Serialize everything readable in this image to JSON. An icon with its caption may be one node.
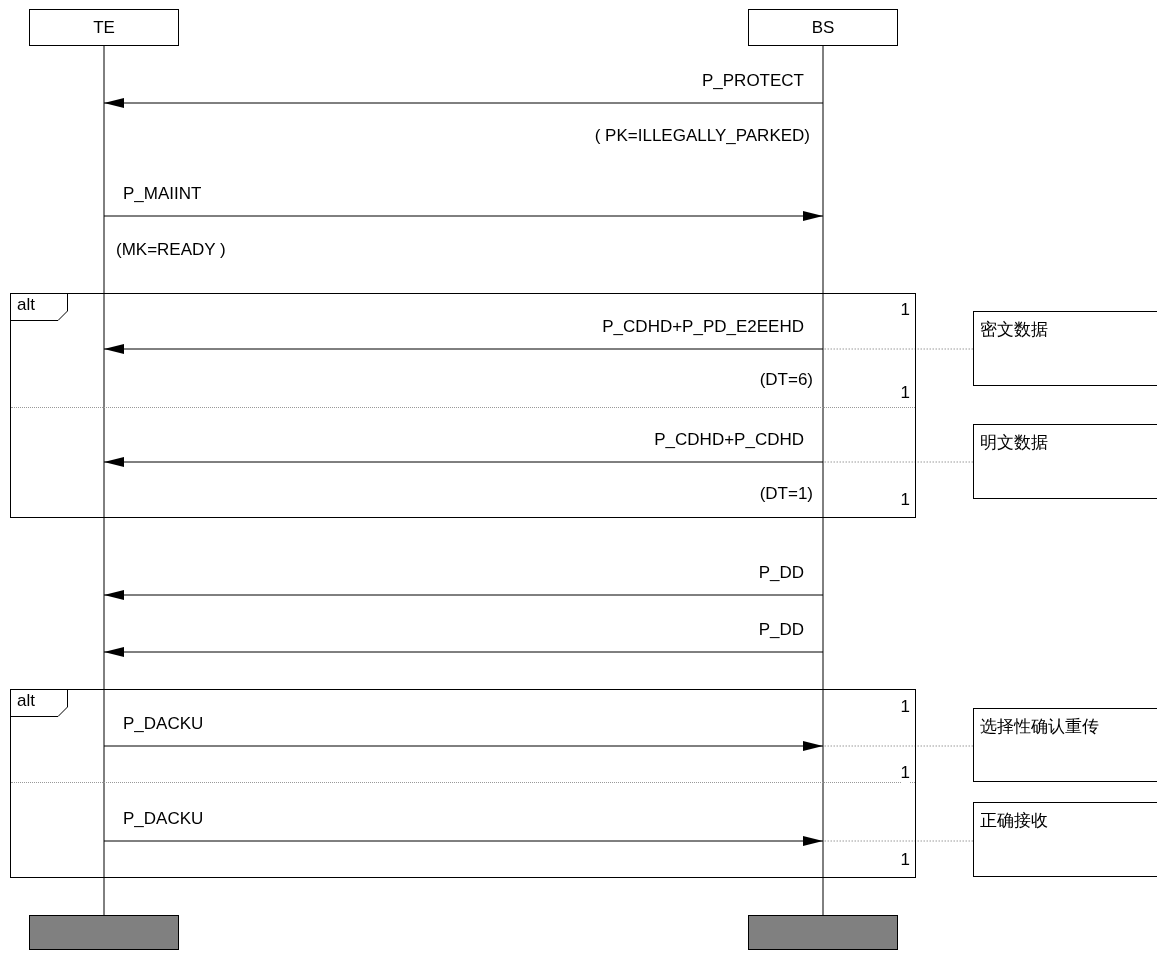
{
  "diagram": {
    "nodes": [
      {
        "text": [
          "TE"
        ]
      },
      {
        "text": [
          "BS"
        ]
      },
      {
        "text": [
          "alt"
        ]
      },
      {
        "text": [
          "密文数据"
        ]
      },
      {
        "text": [
          "明文数据"
        ]
      },
      {
        "text": [
          "alt"
        ]
      },
      {
        "text": [
          "选择性确认重传"
        ]
      },
      {
        "text": [
          "正确接收"
        ]
      }
    ],
    "edges": [
      {
        "from": 1,
        "to": 0,
        "arrow": "to",
        "label": "P_PROTECT"
      },
      {
        "from": 0,
        "to": 1,
        "arrow": "to",
        "label": "P_MAIINT"
      },
      {
        "from": 1,
        "to": 0,
        "arrow": "to",
        "label": "P_CDHD+P_PD_E2EEHD"
      },
      {
        "from": 1,
        "to": 0,
        "arrow": "to",
        "label": "P_CDHD+P_CDHD"
      },
      {
        "from": 1,
        "to": 0,
        "arrow": "to",
        "label": "P_DD"
      },
      {
        "from": 1,
        "to": 0,
        "arrow": "to",
        "label": "P_DD"
      },
      {
        "from": 0,
        "to": 1,
        "arrow": "to",
        "label": "P_DACKU"
      },
      {
        "from": 0,
        "to": 1,
        "arrow": "to",
        "label": "P_DACKU"
      },
      {
        "from": 3,
        "to": 1,
        "arrow": "none",
        "style": "dashed",
        "color": "#999999"
      },
      {
        "from": 4,
        "to": 1,
        "arrow": "none",
        "style": "dashed",
        "color": "#999999"
      },
      {
        "from": 6,
        "to": 1,
        "arrow": "none",
        "style": "dashed",
        "color": "#999999"
      },
      {
        "from": 7,
        "to": 1,
        "arrow": "none",
        "style": "dashed",
        "color": "#999999"
      }
    ],
    "labels": [
      "( PK=ILLEGALLY_PARKED)",
      "(MK=READY )",
      "1",
      "(DT=6)",
      "1",
      "(DT=1)",
      "1",
      "1",
      "1",
      "1"
    ]
  }
}
